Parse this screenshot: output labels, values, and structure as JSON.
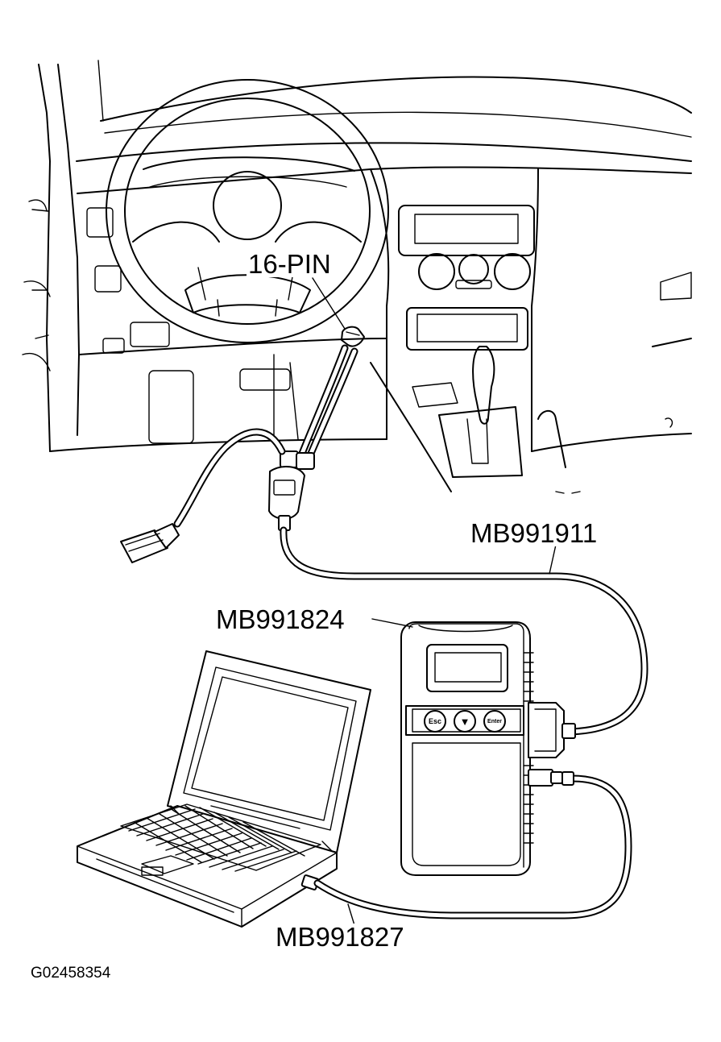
{
  "labels": {
    "connector": "16-PIN",
    "cable_main": "MB991911",
    "interface_unit": "MB991824",
    "usb_cable": "MB991827",
    "figure_id": "G02458354"
  },
  "unit_buttons": {
    "left": "Esc",
    "middle": "▼",
    "right": "Enter"
  },
  "colors": {
    "line": "#000000",
    "background": "#ffffff"
  }
}
